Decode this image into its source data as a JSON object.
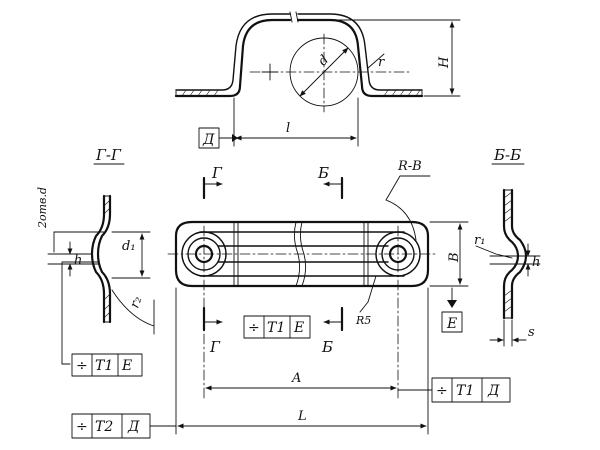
{
  "labels": {
    "H": "H",
    "r": "r",
    "d": "d",
    "l": "l",
    "D_view": "Д",
    "G_G": "Г-Г",
    "B_B": "Б-Б",
    "R_V": "R-B",
    "two_holes": "2отв.d",
    "h_left": "h",
    "d1": "d₁",
    "r2": "r₂",
    "G_top": "Г",
    "B_top": "Б",
    "G_bottom": "Г",
    "B_bottom": "Б",
    "R5": "R5",
    "B_dim": "B",
    "E_view": "E",
    "r1": "r₁",
    "h_right": "h",
    "s": "s",
    "A": "A",
    "L": "L"
  },
  "frames": {
    "center": {
      "sym": "÷",
      "tol": "T1",
      "base": "E"
    },
    "left": {
      "sym": "÷",
      "tol": "T1",
      "base": "E"
    },
    "right": {
      "sym": "÷",
      "tol": "T1",
      "base": "Д"
    },
    "bottom": {
      "sym": "÷",
      "tol": "T2",
      "base": "Д"
    }
  }
}
